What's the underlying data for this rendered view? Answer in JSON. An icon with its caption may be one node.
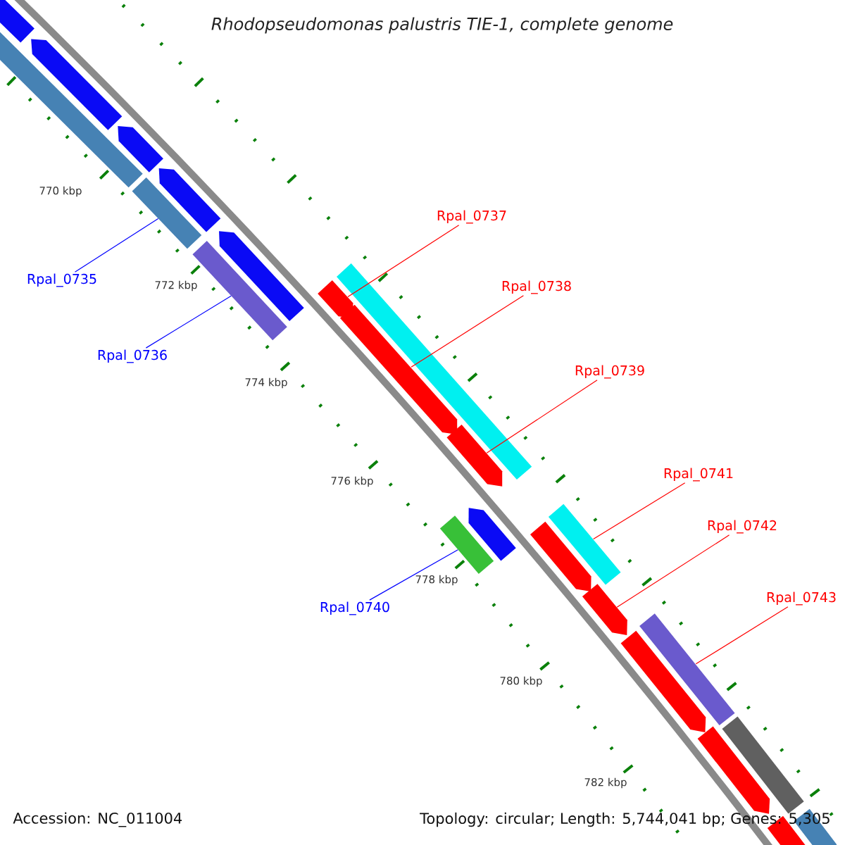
{
  "diagram": {
    "title": "Rhodopseudomonas palustris TIE-1, complete genome",
    "nodes": [
      {
        "text": [
          "Rpal_0735"
        ]
      },
      {
        "text": [
          "Rpal_0736"
        ]
      },
      {
        "text": [
          "Rpal_0737"
        ]
      },
      {
        "text": [
          "Rpal_0738"
        ]
      },
      {
        "text": [
          "Rpal_0739"
        ]
      },
      {
        "text": [
          "Rpal_0740"
        ]
      },
      {
        "text": [
          "Rpal_0741"
        ]
      },
      {
        "text": [
          "Rpal_0742"
        ]
      },
      {
        "text": [
          "Rpal_0743"
        ]
      },
      {
        "text": [],
        "shape": "bar"
      },
      {
        "text": [],
        "shape": "bar"
      },
      {
        "text": [],
        "shape": "arrow"
      },
      {
        "text": [],
        "shape": "arrow"
      },
      {
        "text": [],
        "shape": "arrow"
      },
      {
        "text": [],
        "shape": "bar"
      },
      {
        "text": [],
        "shape": "bar"
      },
      {
        "text": [],
        "shape": "arrow"
      },
      {
        "text": [],
        "shape": "bar"
      },
      {
        "text": [],
        "shape": "arrow"
      },
      {
        "text": [],
        "shape": "arrow"
      },
      {
        "text": [],
        "shape": "arrow"
      },
      {
        "text": [],
        "shape": "arrow"
      },
      {
        "text": [],
        "shape": "arrow"
      },
      {
        "text": [],
        "shape": "arrow"
      },
      {
        "text": [],
        "shape": "bar"
      },
      {
        "text": [],
        "shape": "arrow"
      },
      {
        "text": [],
        "shape": "arrow"
      },
      {
        "text": [],
        "shape": "arrow"
      },
      {
        "text": [],
        "shape": "bar"
      },
      {
        "text": [],
        "shape": "bar"
      },
      {
        "text": [],
        "shape": "bar"
      },
      {
        "text": [],
        "shape": "bar"
      }
    ],
    "edges": [
      {
        "from": 0,
        "to": 9,
        "arrow": "none",
        "color": "#0000ff"
      },
      {
        "from": 1,
        "to": 10,
        "arrow": "none",
        "color": "#0000ff"
      },
      {
        "from": 2,
        "to": 11,
        "arrow": "none"
      },
      {
        "from": 3,
        "to": 12,
        "arrow": "none"
      },
      {
        "from": 4,
        "to": 13,
        "arrow": "none"
      },
      {
        "from": 5,
        "to": 14,
        "arrow": "none",
        "color": "#0000ff"
      },
      {
        "from": 6,
        "to": 15,
        "arrow": "none"
      },
      {
        "from": 7,
        "to": 16,
        "arrow": "none"
      },
      {
        "from": 8,
        "to": 17,
        "arrow": "none"
      }
    ],
    "labels": [
      "770 kbp",
      "772 kbp",
      "774 kbp",
      "776 kbp",
      "778 kbp",
      "780 kbp",
      "782 kbp",
      "Accession: NC_011004",
      "Topology: circular; Length: 5,744,041 bp; Genes: 5,305"
    ]
  }
}
